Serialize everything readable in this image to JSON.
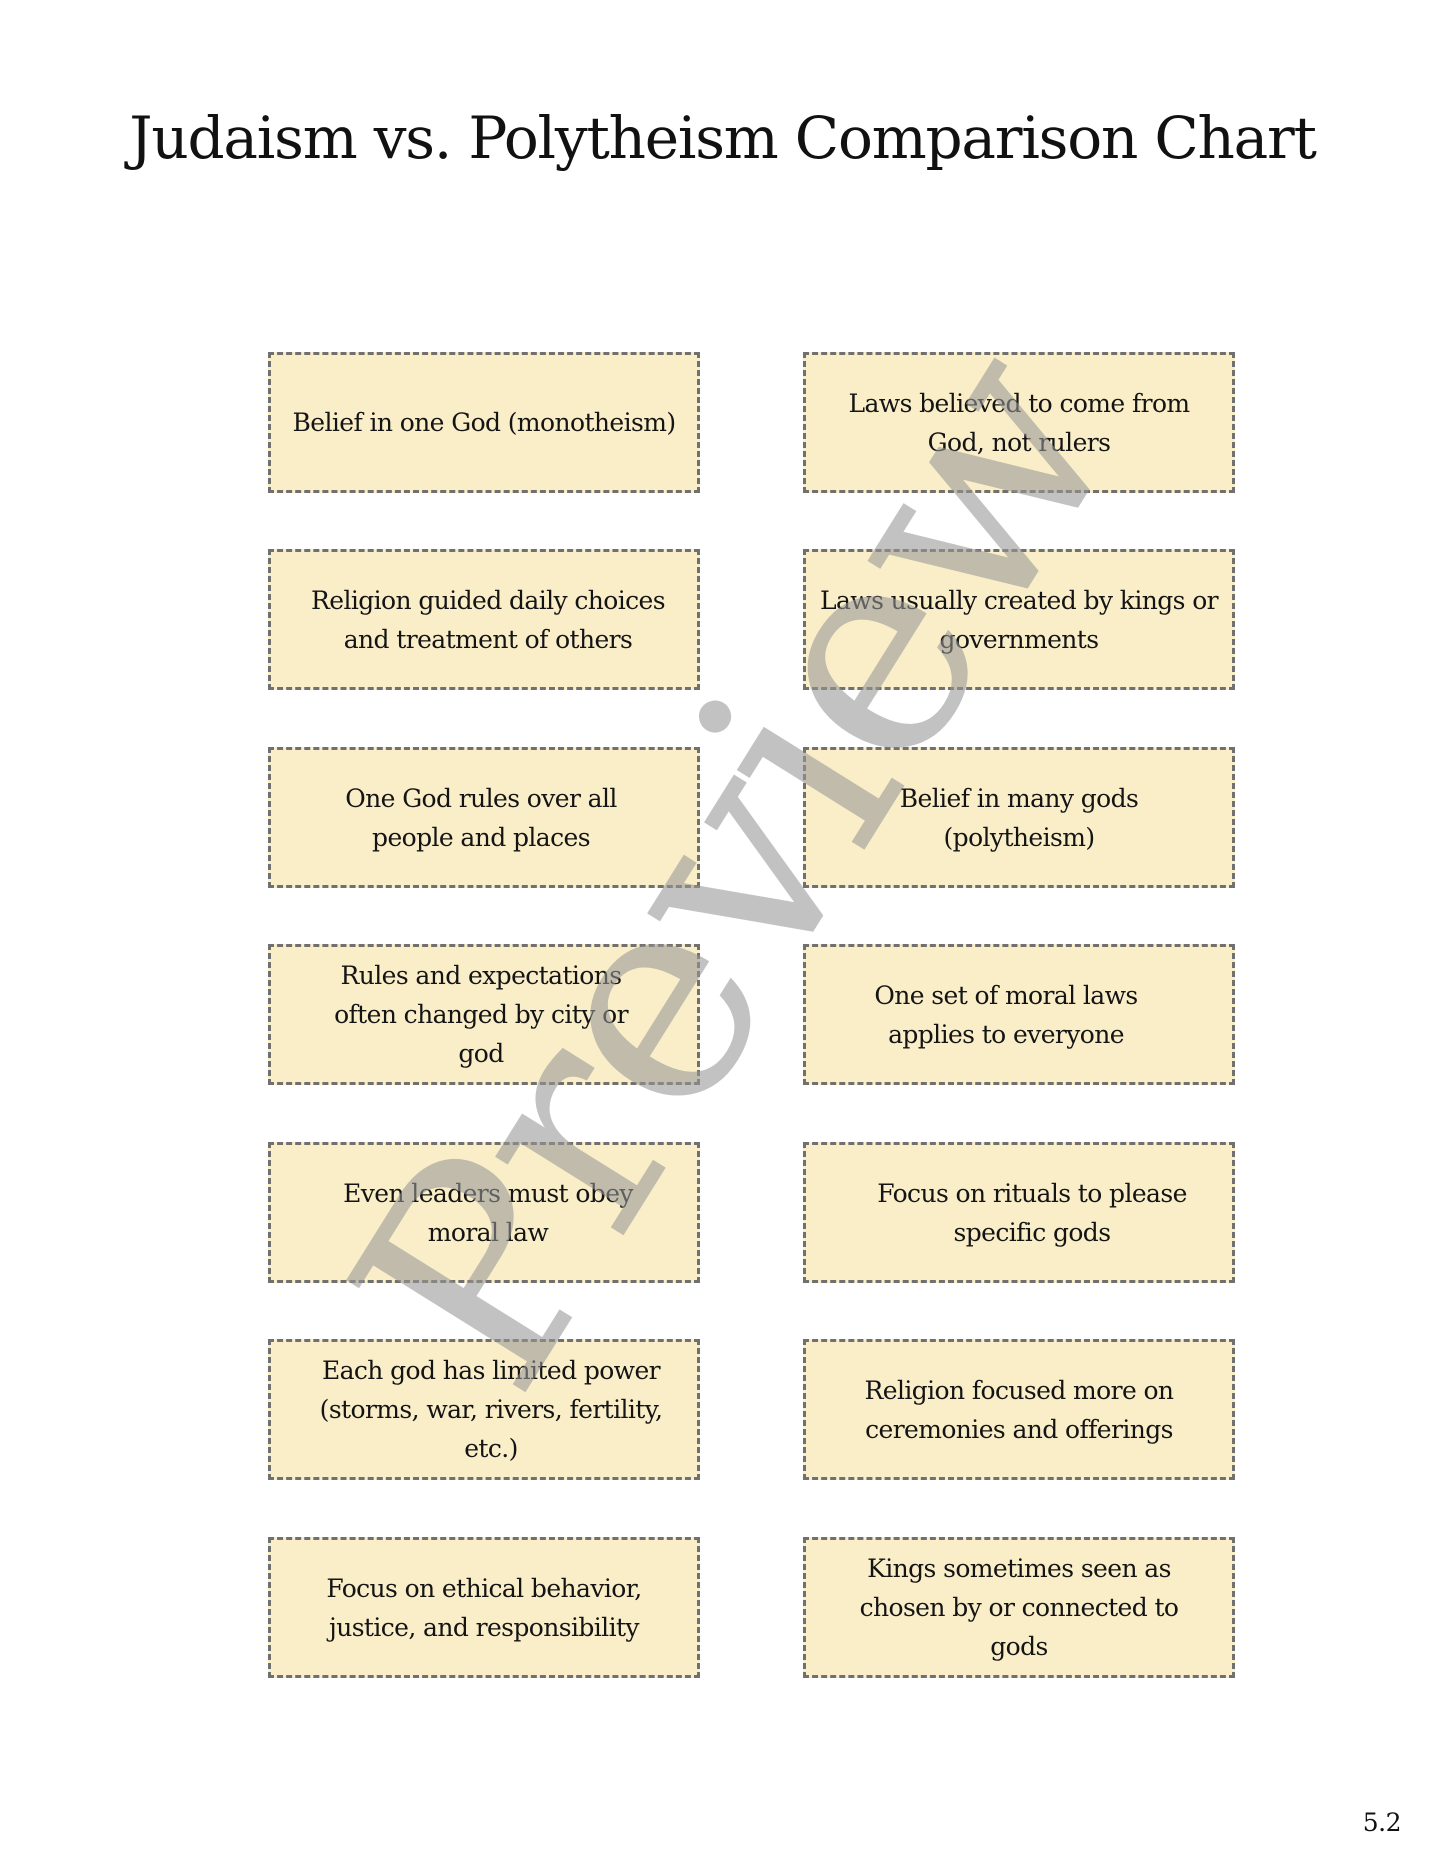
{
  "page": {
    "title": "Judaism vs. Polytheism Comparison Chart",
    "page_number": "5.2",
    "watermark": "Preview"
  },
  "colors": {
    "card_background": "#faeec9",
    "card_border": "#707070",
    "watermark": "#c4c4c4",
    "text": "#111111"
  },
  "cards": {
    "left": [
      {
        "text": "Belief in one God (monotheism)"
      },
      {
        "text": "Religion guided daily choices and treatment of others"
      },
      {
        "text": "One God rules over all people and places"
      },
      {
        "text": "Rules and expectations often changed by city or god"
      },
      {
        "text": "Even leaders must obey moral law"
      },
      {
        "text": "Each god has limited power (storms, war, rivers, fertility, etc.)"
      },
      {
        "text": "Focus on ethical behavior, justice, and responsibility"
      }
    ],
    "right": [
      {
        "text": "Laws believed to come from God, not rulers"
      },
      {
        "text": "Laws usually created by kings or governments"
      },
      {
        "text": "Belief in many gods (polytheism)"
      },
      {
        "text": "One set of moral laws applies to everyone"
      },
      {
        "text": "Focus on rituals to please specific gods"
      },
      {
        "text": "Religion focused more on ceremonies and offerings"
      },
      {
        "text": "Kings sometimes seen as chosen by or connected to gods"
      }
    ]
  }
}
